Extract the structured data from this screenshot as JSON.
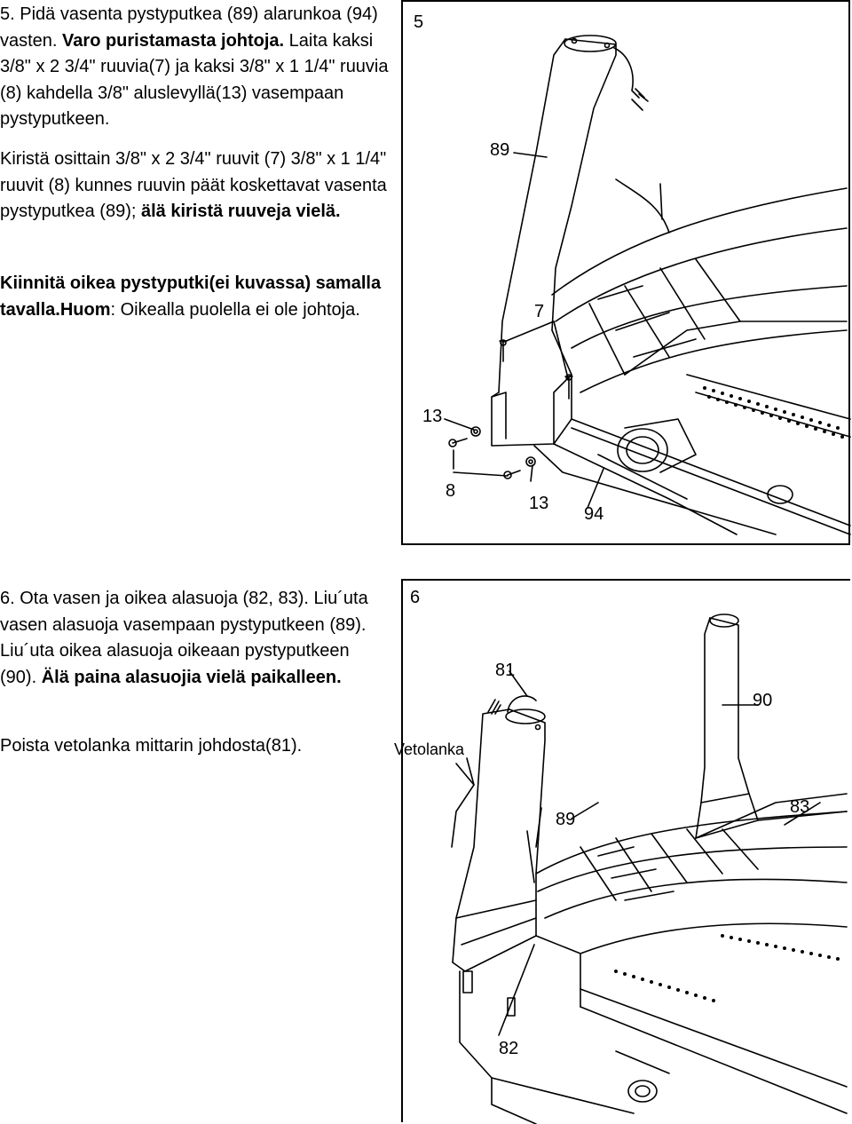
{
  "step5": {
    "p1": [
      {
        "text": "5. Pidä vasenta pystyputkea (89) alarunkoa (94) vasten. ",
        "bold": false
      },
      {
        "text": "Varo puristamasta johtoja.",
        "bold": true
      },
      {
        "text": " Laita kaksi 3/8\" x 2 3/4\" ruuvia(7) ja kaksi 3/8\" x 1 1/4\" ruuvia (8) kahdella 3/8\" aluslevyllä(13) vasempaan pystyputkeen.",
        "bold": false
      }
    ],
    "p2": [
      {
        "text": "Kiristä osittain 3/8\" x 2 3/4\" ruuvit (7) 3/8\" x 1 1/4\" ruuvit (8) kunnes ruuvin päät koskettavat vasenta pystyputkea (89); ",
        "bold": false
      },
      {
        "text": "älä kiristä ruuveja vielä.",
        "bold": true
      }
    ],
    "p3": [
      {
        "text": "Kiinnitä oikea pystyputki(ei kuvassa) samalla tavalla.Huom",
        "bold": true
      },
      {
        "text": ": Oikealla puolella ei ole johtoja.",
        "bold": false
      }
    ],
    "figure": {
      "step_number": "5",
      "labels": {
        "l89": "89",
        "l7": "7",
        "l13a": "13",
        "l8": "8",
        "l13b": "13",
        "l94": "94"
      }
    }
  },
  "step6": {
    "p1": [
      {
        "text": "6. Ota vasen ja oikea alasuoja (82, 83). Liu´uta vasen alasuoja vasempaan pystyputkeen (89). Liu´uta oikea alasuoja oikeaan pystyputkeen (90). ",
        "bold": false
      },
      {
        "text": "Älä paina alasuojia vielä paikalleen.",
        "bold": true
      }
    ],
    "p2": [
      {
        "text": "Poista vetolanka mittarin johdosta(81).",
        "bold": false
      }
    ],
    "figure": {
      "step_number": "6",
      "labels": {
        "l81": "81",
        "l90": "90",
        "lvetolanka": "Vetolanka",
        "l89": "89",
        "l83": "83",
        "l82": "82"
      }
    }
  }
}
